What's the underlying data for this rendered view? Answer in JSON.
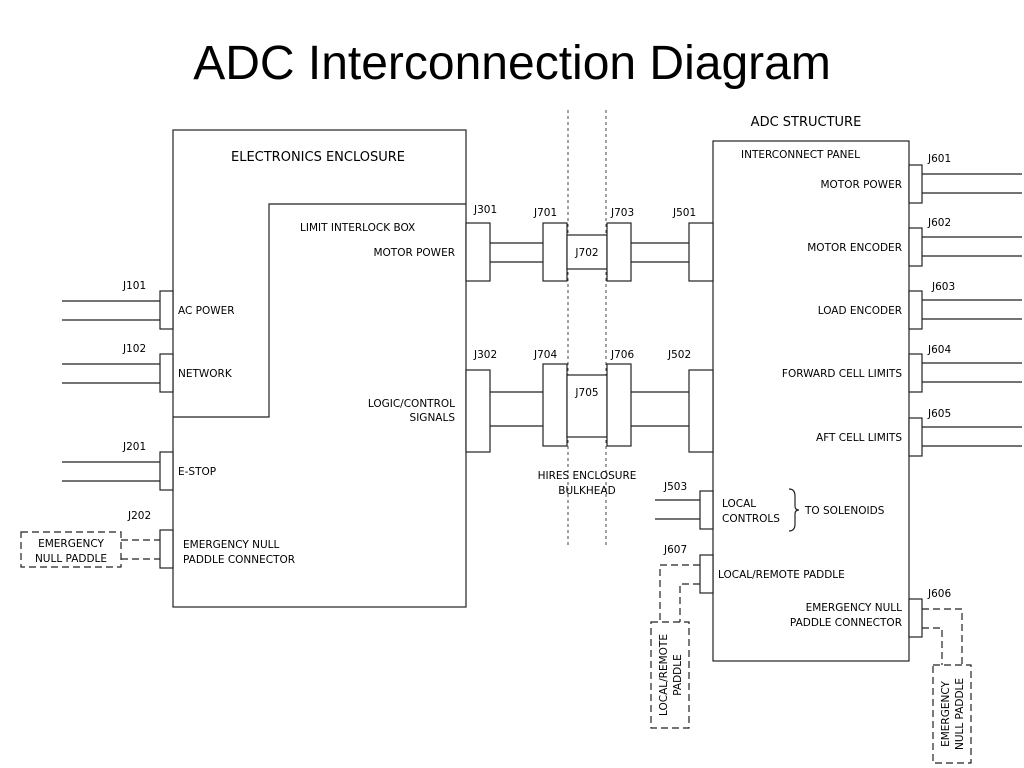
{
  "title": "ADC Interconnection Diagram",
  "electronics": {
    "heading": "ELECTRONICS ENCLOSURE",
    "limit_box": "LIMIT INTERLOCK BOX",
    "motor_power": "MOTOR POWER",
    "logic_line1": "LOGIC/CONTROL",
    "logic_line2": "SIGNALS",
    "ac_power": "AC POWER",
    "network": "NETWORK",
    "estop": "E-STOP",
    "null_line1": "EMERGENCY NULL",
    "null_line2": "PADDLE CONNECTOR"
  },
  "paddle_left": {
    "line1": "EMERGENCY",
    "line2": "NULL PADDLE"
  },
  "connectors": {
    "j101": "J101",
    "j102": "J102",
    "j201": "J201",
    "j202": "J202",
    "j301": "J301",
    "j302": "J302",
    "j701": "J701",
    "j702": "J702",
    "j703": "J703",
    "j704": "J704",
    "j705": "J705",
    "j706": "J706",
    "j501": "J501",
    "j502": "J502",
    "j503": "J503",
    "j601": "J601",
    "j602": "J602",
    "j603": "J603",
    "j604": "J604",
    "j605": "J605",
    "j606": "J606",
    "j607": "J607"
  },
  "bulkhead": {
    "line1": "HIRES ENCLOSURE",
    "line2": "BULKHEAD"
  },
  "adc": {
    "heading": "ADC STRUCTURE",
    "panel": "INTERCONNECT PANEL",
    "motor_power": "MOTOR POWER",
    "motor_encoder": "MOTOR ENCODER",
    "load_encoder": "LOAD ENCODER",
    "forward_limits": "FORWARD CELL LIMITS",
    "aft_limits": "AFT CELL LIMITS",
    "local_line1": "LOCAL",
    "local_line2": "CONTROLS",
    "solenoids": "TO SOLENOIDS",
    "local_remote": "LOCAL/REMOTE PADDLE",
    "null_line1": "EMERGENCY NULL",
    "null_line2": "PADDLE CONNECTOR"
  },
  "paddle_bottom": {
    "line1": "LOCAL/REMOTE",
    "line2": "PADDLE"
  },
  "paddle_right": {
    "line1": "EMERGENCY",
    "line2": "NULL PADDLE"
  }
}
